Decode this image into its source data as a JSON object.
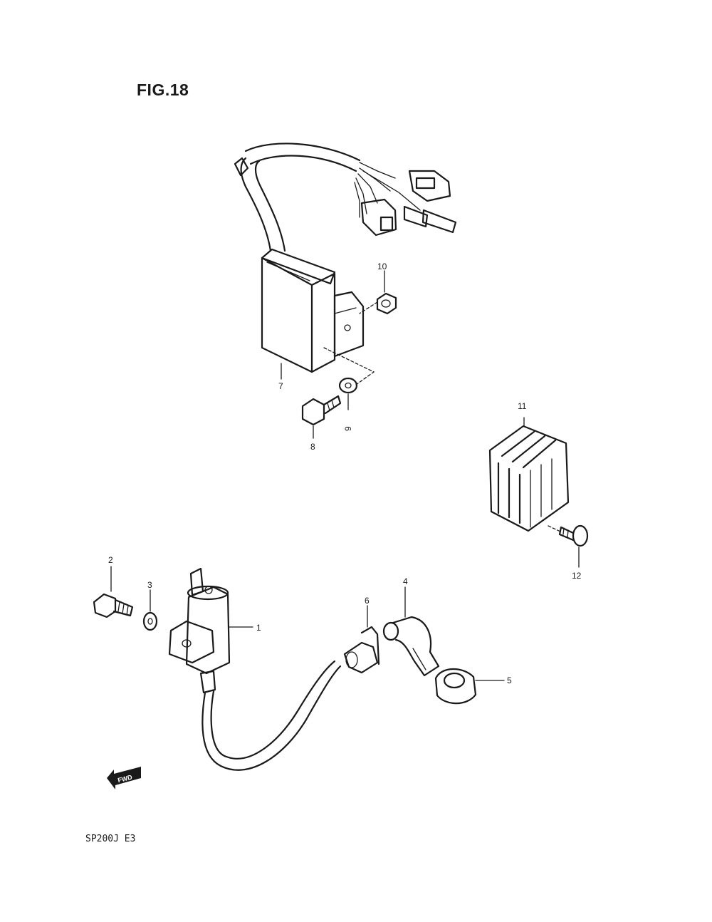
{
  "figure": {
    "title": "FIG.18"
  },
  "footer": {
    "model_code": "SP200J  E3"
  },
  "arrow": {
    "label": "FWD"
  },
  "callouts": {
    "c1": "1",
    "c2": "2",
    "c3": "3",
    "c4": "4",
    "c5": "5",
    "c6": "6",
    "c7": "7",
    "c8": "8",
    "c9": "9",
    "c10": "10",
    "c11": "11",
    "c12": "12"
  }
}
